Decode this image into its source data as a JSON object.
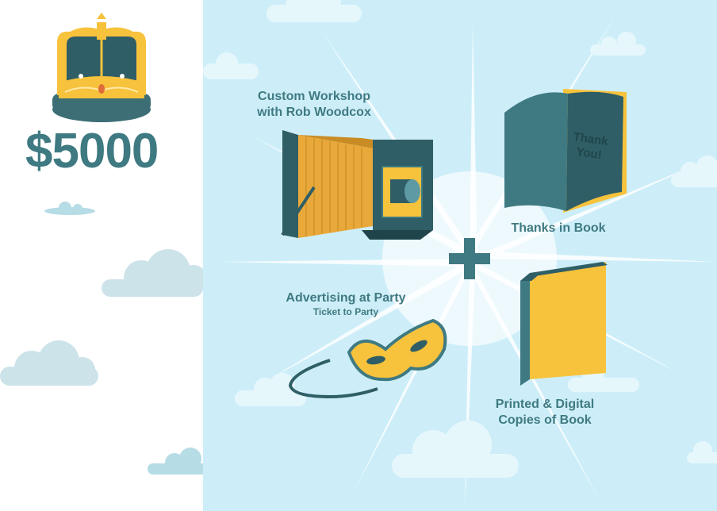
{
  "tier": {
    "price": "$5000"
  },
  "rewards": {
    "workshop": {
      "line1": "Custom Workshop",
      "line2": "with Rob Woodcox"
    },
    "thanks_book": {
      "label": "Thanks in Book",
      "book_text_line1": "Thank",
      "book_text_line2": "You!"
    },
    "advertising": {
      "label": "Advertising at Party",
      "sublabel": "Ticket to Party"
    },
    "copies": {
      "line1": "Printed & Digital",
      "line2": "Copies of Book"
    }
  },
  "icons": [
    "crown-icon",
    "camera-icon",
    "open-book-icon",
    "plus-icon",
    "mask-icon",
    "closed-book-icon",
    "cloud-icon"
  ],
  "colors": {
    "teal": "#3f7a82",
    "dark_teal": "#2f5e66",
    "gold": "#f7c23c",
    "sky": "#cdeef9",
    "cloud": "#e6f7fc",
    "white": "#ffffff"
  }
}
